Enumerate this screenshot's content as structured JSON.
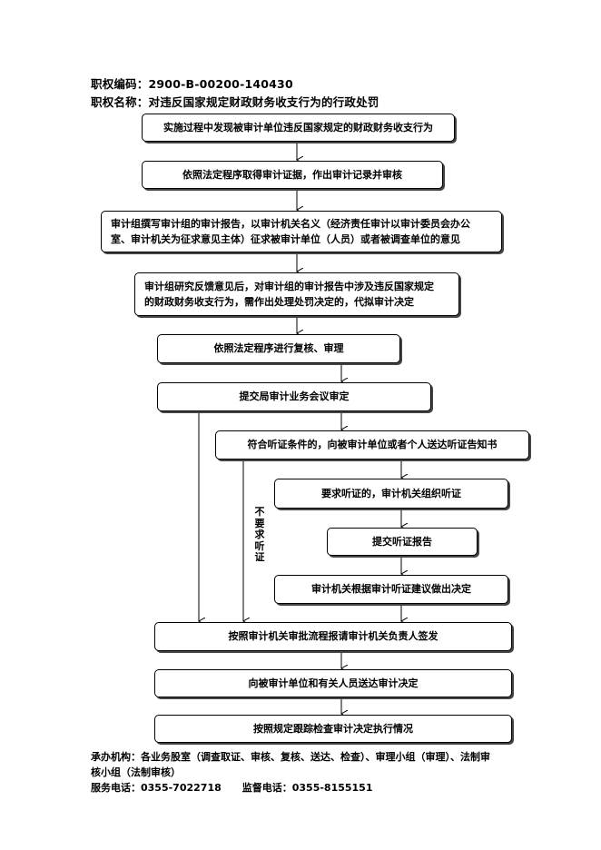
{
  "header": {
    "code_line": "职权编码：2900-B-00200-140430",
    "name_line": "职权名称：对违反国家规定财政财务收支行为的行政处罚"
  },
  "steps": {
    "s1": "实施过程中发现被审计单位违反国家规定的财政财务收支行为",
    "s2": "依照法定程序取得审计证据，作出审计记录并审核",
    "s3_line1": "审计组撰写审计组的审计报告，以审计机关名义（经济责任审计以审计委员会办公",
    "s3_line2": "室、审计机关为征求意见主体）征求被审计单位（人员）或者被调查单位的意见",
    "s4_line1": "审计组研究反馈意见后，对审计组的审计报告中涉及违反国家规定",
    "s4_line2": "的财政财务收支行为，需作出处理处罚决定的，代拟审计决定",
    "s5": "依照法定程序进行复核、审理",
    "s6": "提交局审计业务会议审定",
    "s7": "符合听证条件的，向被审计单位或者个人送达听证告知书",
    "s8": "要求听证的，审计机关组织听证",
    "s9": "提交听证报告",
    "s10": "审计机关根据审计听证建议做出决定",
    "s11": "按照审计机关审批流程报请审计机关负责人签发",
    "s12": "向被审计单位和有关人员送达审计决定",
    "s13": "按照规定跟踪检查审计决定执行情况"
  },
  "labels": {
    "no_hearing": "不要求听证"
  },
  "footer": {
    "org_line1": "承办机构：各业务股室（调查取证、审核、复核、送达、检查）、审理小组（审理）、法制审",
    "org_line2": "核小组（法制审核）",
    "phones": "服务电话：0355-7022718      监督电话：0355-8155151"
  }
}
